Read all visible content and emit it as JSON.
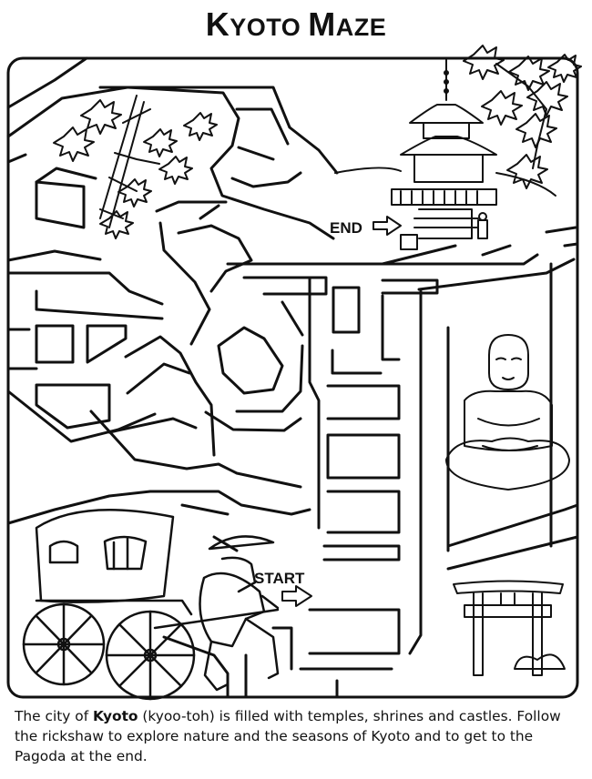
{
  "title": {
    "first_initial": "K",
    "first_rest": "YOTO",
    "second_initial": "M",
    "second_rest": "AZE"
  },
  "labels": {
    "end": "END",
    "start": "START"
  },
  "caption": {
    "part1": "The city of ",
    "city": "Kyoto",
    "part2": " (kyoo-toh) is filled with temples, shrines and castles. Follow the rickshaw to explore nature and the seasons of Kyoto and to get to the Pagoda at the end."
  },
  "illustrations": [
    "maple-leaves",
    "bamboo",
    "pagoda",
    "buddha-statue",
    "torii-gate",
    "rickshaw",
    "rickshaw-puller"
  ],
  "colors": {
    "ink": "#111111",
    "paper": "#ffffff"
  }
}
